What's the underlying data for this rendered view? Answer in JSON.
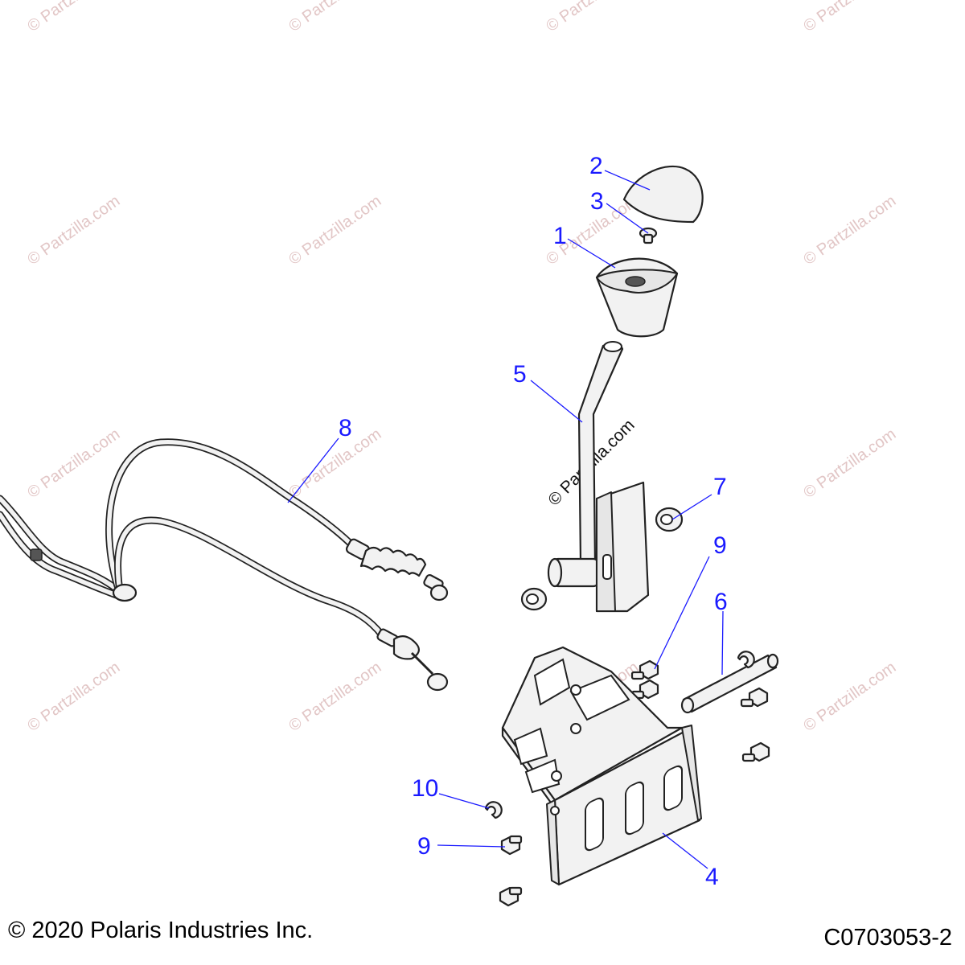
{
  "callouts": [
    {
      "id": "1",
      "label": "1"
    },
    {
      "id": "2",
      "label": "2"
    },
    {
      "id": "3",
      "label": "3"
    },
    {
      "id": "4",
      "label": "4"
    },
    {
      "id": "5",
      "label": "5"
    },
    {
      "id": "6",
      "label": "6"
    },
    {
      "id": "7",
      "label": "7"
    },
    {
      "id": "8",
      "label": "8"
    },
    {
      "id": "9a",
      "label": "9"
    },
    {
      "id": "9b",
      "label": "9"
    },
    {
      "id": "10",
      "label": "10"
    }
  ],
  "watermark": {
    "text": "© Partzilla.com"
  },
  "footer": {
    "copyright": "© 2020 Polaris Industries Inc.",
    "drawing_number": "C0703053-2"
  },
  "colors": {
    "callout": "#1a1aff",
    "watermark": "#e2c6c6",
    "line": "#222222"
  }
}
